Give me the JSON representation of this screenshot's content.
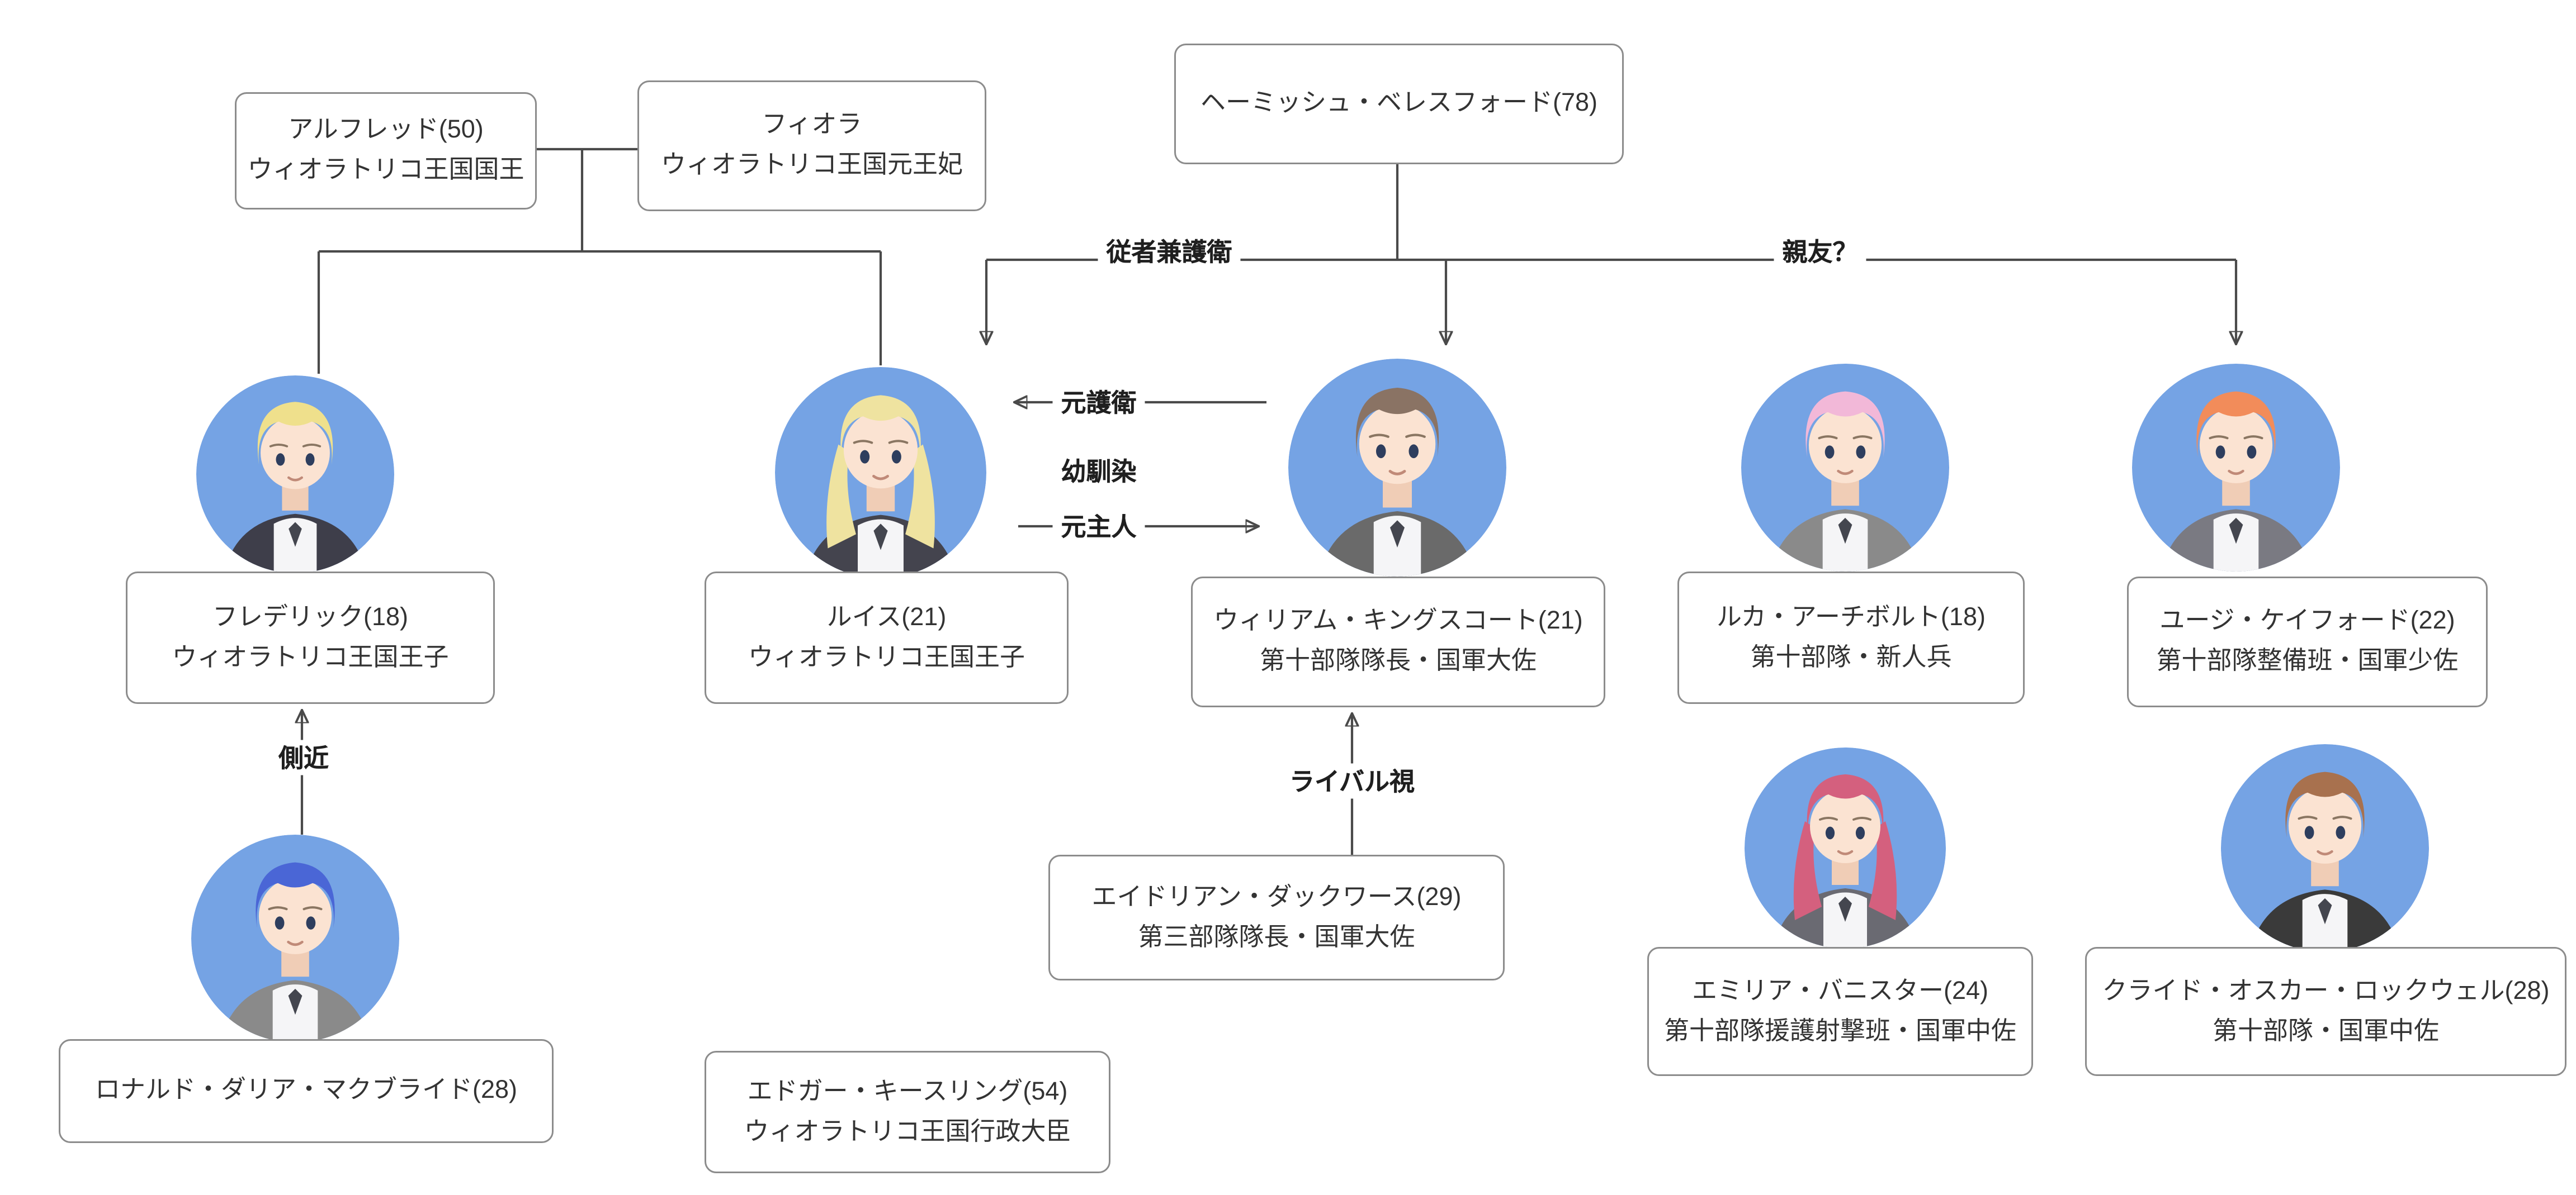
{
  "colors": {
    "canvas_bg": "#ffffff",
    "line": "#4a4a4a",
    "box_border": "#8c8c8c",
    "text": "#333333",
    "label_text": "#1f1f1f",
    "avatar_bg": "#75a3e4",
    "skin": "#fbe3d2"
  },
  "boxes": {
    "alfred": {
      "line1": "アルフレッド(50)",
      "line2": "ウィオラトリコ王国国王"
    },
    "fiora": {
      "line1": "フィオラ",
      "line2": "ウィオラトリコ王国元王妃"
    },
    "hamish": {
      "line1": "ヘーミッシュ・ベレスフォード(78)"
    },
    "frederick": {
      "line1": "フレデリック(18)",
      "line2": "ウィオラトリコ王国王子"
    },
    "lewis": {
      "line1": "ルイス(21)",
      "line2": "ウィオラトリコ王国王子"
    },
    "william": {
      "line1": "ウィリアム・キングスコート(21)",
      "line2": "第十部隊隊長・国軍大佐"
    },
    "luca": {
      "line1": "ルカ・アーチボルト(18)",
      "line2": "第十部隊・新人兵"
    },
    "yuji": {
      "line1": "ユージ・ケイフォード(22)",
      "line2": "第十部隊整備班・国軍少佐"
    },
    "ronald": {
      "line1": "ロナルド・ダリア・マクブライド(28)"
    },
    "adrian": {
      "line1": "エイドリアン・ダックワース(29)",
      "line2": "第三部隊隊長・国軍大佐"
    },
    "edgar": {
      "line1": "エドガー・キースリング(54)",
      "line2": "ウィオラトリコ王国行政大臣"
    },
    "emilia": {
      "line1": "エミリア・バニスター(24)",
      "line2": "第十部隊援護射撃班・国軍中佐"
    },
    "clyde": {
      "line1": "クライド・オスカー・ロックウェル(28)",
      "line2": "第十部隊・国軍中佐"
    }
  },
  "labels": {
    "servant_guard": "従者兼護衛",
    "best_friend": "親友？",
    "former_guard": "元護衛",
    "childhood_friend": "幼馴染",
    "former_master": "元主人",
    "aide": "側近",
    "rival": "ライバル視"
  },
  "avatars": {
    "frederick": {
      "hair": "#efe08c",
      "clothes": "#3e3e4a",
      "long": false
    },
    "lewis": {
      "hair": "#efe3a0",
      "clothes": "#44444e",
      "long": true
    },
    "william": {
      "hair": "#8a7364",
      "clothes": "#6a6a6a",
      "long": false
    },
    "luca": {
      "hair": "#f2b8d8",
      "clothes": "#8a8a8a",
      "long": false
    },
    "yuji": {
      "hair": "#f28c5a",
      "clothes": "#7a7a82",
      "long": false
    },
    "ronald": {
      "hair": "#4a66d6",
      "clothes": "#8a8a8a",
      "long": false
    },
    "emilia": {
      "hair": "#d4607e",
      "clothes": "#6a6a72",
      "long": true
    },
    "clyde": {
      "hair": "#a8714e",
      "clothes": "#3a3a3a",
      "long": false
    }
  }
}
